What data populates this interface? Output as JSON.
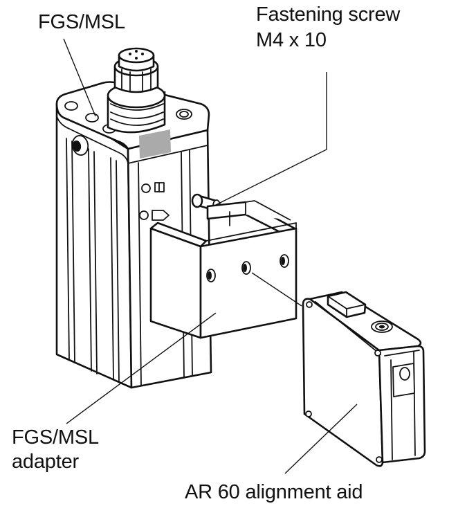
{
  "labels": {
    "fgs_msl": "FGS/MSL",
    "fastening_screw_line1": "Fastening screw",
    "fastening_screw_line2": "M4 x 10",
    "adapter_line1": "FGS/MSL",
    "adapter_line2": "adapter",
    "alignment_aid": "AR 60 alignment aid"
  },
  "colors": {
    "line": "#111111",
    "background": "#ffffff",
    "label_plate": "#aaaaaa"
  }
}
